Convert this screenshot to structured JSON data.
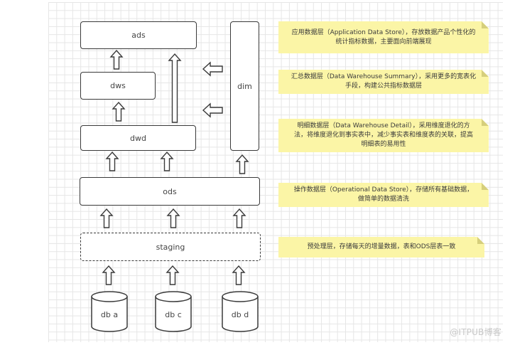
{
  "layers": {
    "ads": "ads",
    "dws": "dws",
    "dwd": "dwd",
    "dim": "dim",
    "ods": "ods",
    "staging": "staging"
  },
  "sources": [
    "db a",
    "db c",
    "db d"
  ],
  "notes": [
    {
      "id": "ads",
      "lines": [
        "应用数据层（Application Data Store），存放数据产品个性化的",
        "统计指标数据，主要面向前端展现"
      ]
    },
    {
      "id": "dws",
      "lines": [
        "汇总数据层（Data Warehouse Summary），采用更多的宽表化",
        "手段，构建公共指标数据层"
      ]
    },
    {
      "id": "dwd",
      "lines": [
        "明细数据层（Data Warehouse Detail），采用维度退化的方",
        "法，将维度退化到事实表中，减少事实表和维度表的关联，提高",
        "明细表的易用性"
      ]
    },
    {
      "id": "ods",
      "lines": [
        "操作数据层（Operational Data Store），存储所有基础数据，",
        "做简单的数据清洗"
      ]
    },
    {
      "id": "staging",
      "lines": [
        "预处理层，存储每天的增量数据，表和ODS层表一致"
      ]
    }
  ],
  "watermark": "@ITPUB博客",
  "colors": {
    "note_fill": "#fbf5a6",
    "note_fold": "#d6cf7c",
    "stroke": "#3a3a3a",
    "grid": "#e6e6e6"
  }
}
